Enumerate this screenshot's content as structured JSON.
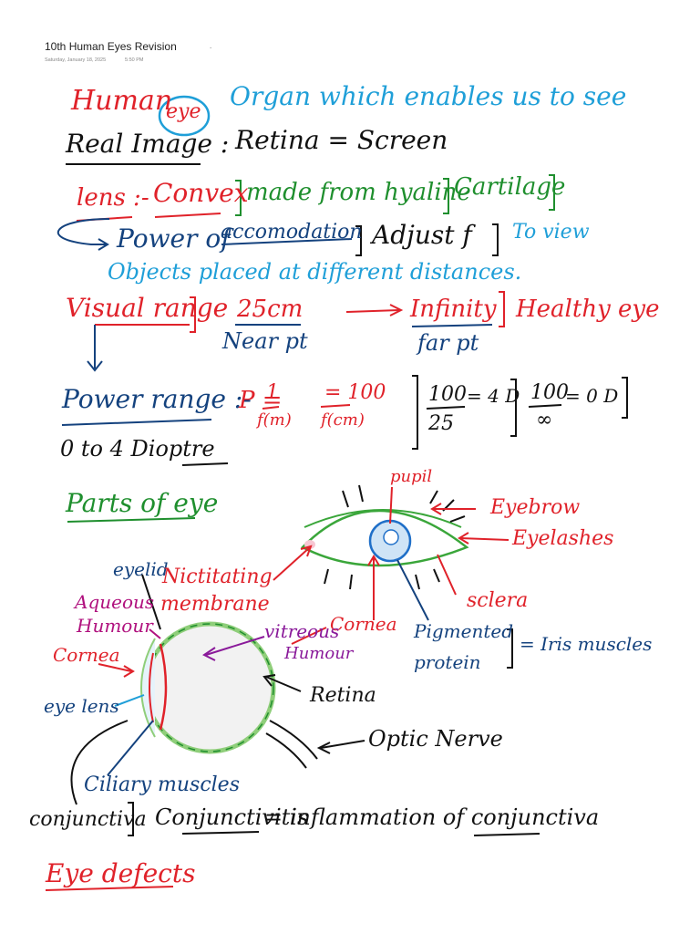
{
  "note": {
    "title": "10th Human Eyes Revision",
    "dot": ".",
    "date": "Saturday, January 18, 2025",
    "time": "5:50 PM"
  },
  "lines": {
    "human": "Human",
    "eye": "eye",
    "definition": "Organ which enables us to see",
    "real_image": "Real Image :",
    "retina_screen": "Retina = Screen",
    "lens": "lens :-",
    "convex": "Convex",
    "made_from": "made from hyaline",
    "cartilage": "Cartilage",
    "power_of": "Power of",
    "accomodation": "accomodation",
    "adjust_f": "Adjust f",
    "to_view": "To view",
    "objects_placed": "Objects placed at different distances.",
    "visual_range": "Visual range",
    "near_value": "25cm",
    "near_pt": "Near pt",
    "infinity": "Infinity",
    "healthy_eye": "Healthy eye",
    "far_pt": "far pt",
    "power_range": "Power range :-",
    "formula_p": "P =",
    "formula_1": "1",
    "formula_fm": "f(m)",
    "formula_100": "= 100",
    "formula_fcm": "f(cm)",
    "calc1_num": "100",
    "calc1_res": "= 4 D",
    "calc1_den": "25",
    "calc2_num": "100",
    "calc2_res": "= 0 D",
    "calc2_den": "∞",
    "zero_to_4": "0 to 4 Dioptre",
    "parts_of_eye": "Parts of eye",
    "pupil": "pupil",
    "eyebrow": "Eyebrow",
    "eyelashes": "Eyelashes",
    "sclera": "sclera",
    "cornea_top": "Cornea",
    "pigmented": "Pigmented",
    "protein": "protein",
    "iris_muscles": "= Iris muscles",
    "eyelid": "eyelid",
    "nictitating": "Nictitating",
    "membrane": "membrane",
    "aqueous": "Aqueous",
    "humour_a": "Humour",
    "vitreous": "vitreous",
    "humour_v": "Humour",
    "cornea_left": "Cornea",
    "retina": "Retina",
    "eye_lens": "eye lens",
    "optic_nerve": "Optic Nerve",
    "ciliary": "Ciliary muscles",
    "conjunctiva": "conjunctiva",
    "conjunctivitis": "Conjunctivitis",
    "inflammation": "= inflammation of conjunctiva",
    "eye_defects": "Eye defects"
  }
}
